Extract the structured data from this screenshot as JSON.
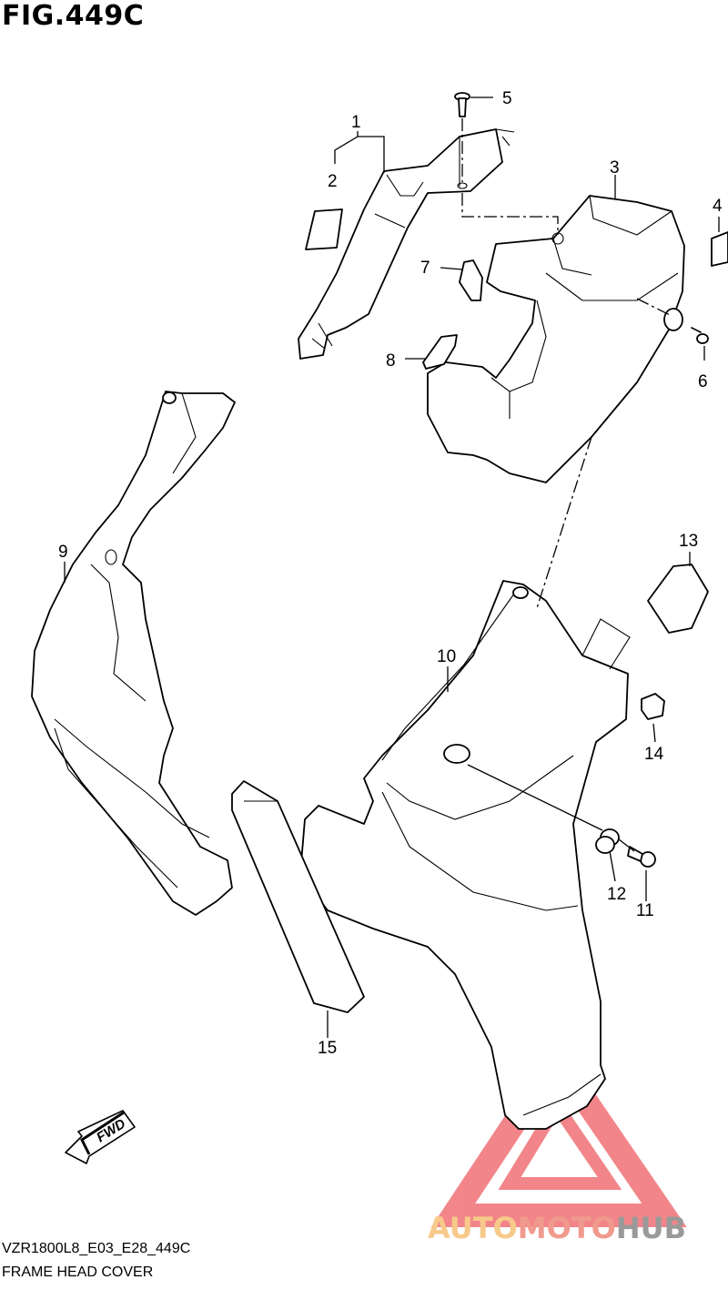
{
  "figure": {
    "title": "FIG.449C",
    "code": "VZR1800L8_E03_E28_449C",
    "name": "FRAME HEAD COVER"
  },
  "callouts": [
    "1",
    "2",
    "3",
    "4",
    "5",
    "6",
    "7",
    "8",
    "9",
    "10",
    "11",
    "12",
    "13",
    "14",
    "15"
  ],
  "direction_label": "FWD",
  "watermark": {
    "part1": "AUTO",
    "part2": "MOTO",
    "part3": "HUB"
  },
  "colors": {
    "line": "#000000",
    "watermark_red": "#e8232a",
    "watermark_orange": "#f5a84a",
    "watermark_gray": "#7a7a7a"
  }
}
